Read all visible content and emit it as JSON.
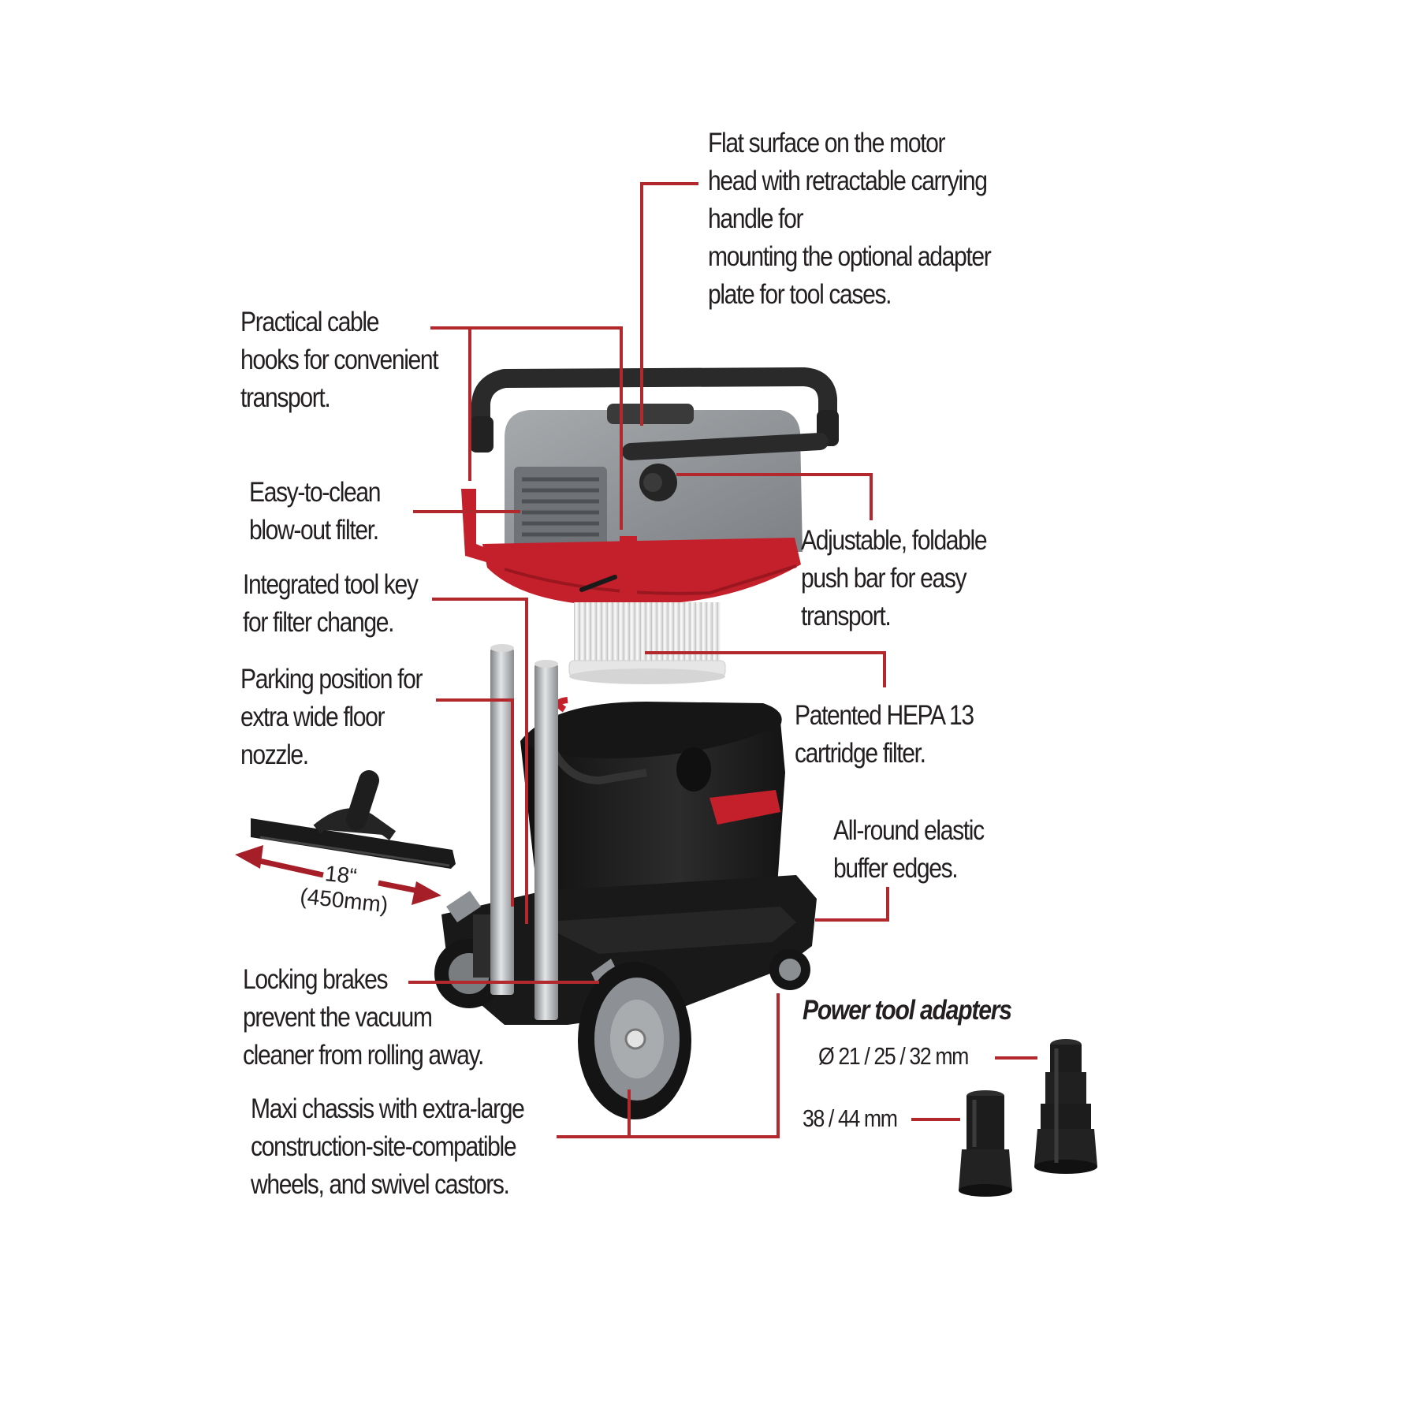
{
  "colors": {
    "leader": "#b3282d",
    "text": "#231f20",
    "red_part": "#c4202b",
    "gray_part": "#8d9094",
    "black_part": "#1e1e1e"
  },
  "callouts": {
    "motor_head": [
      "Flat surface on the motor",
      "head with retractable carrying",
      "handle for",
      "mounting the optional adapter",
      "plate for tool cases."
    ],
    "cable_hooks": [
      "Practical cable",
      "hooks for convenient",
      "transport."
    ],
    "blowout_filter": [
      "Easy-to-clean",
      "blow-out filter."
    ],
    "tool_key": [
      "Integrated tool key",
      "for filter change."
    ],
    "parking": [
      "Parking position for",
      "extra wide floor",
      "nozzle."
    ],
    "push_bar": [
      "Adjustable, foldable",
      "push bar for easy",
      "transport."
    ],
    "hepa": [
      "Patented HEPA 13",
      "cartridge filter."
    ],
    "buffer": [
      "All-round elastic",
      "buffer edges."
    ],
    "brakes": [
      "Locking brakes",
      "prevent the vacuum",
      "cleaner from rolling away."
    ],
    "chassis": [
      "Maxi chassis with extra-large",
      "construction-site-compatible",
      "wheels, and swivel castors."
    ]
  },
  "nozzle": {
    "width_imperial": "18“",
    "width_metric": "(450mm)"
  },
  "adapters": {
    "heading": "Power tool adapters",
    "small_sizes": "Ø 21 / 25 / 32 mm",
    "large_sizes": "38 / 44 mm"
  },
  "icons": [
    "vacuum-cleaner-illustration",
    "floor-nozzle-illustration",
    "adapter-illustration",
    "double-arrow-icon"
  ]
}
